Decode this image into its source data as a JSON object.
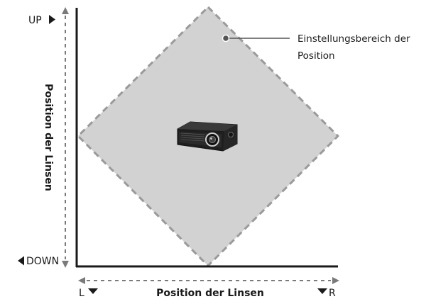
{
  "labels": {
    "up": "UP",
    "down": "DOWN",
    "left": "L",
    "right": "R",
    "vertical_axis": "Position der Linsen",
    "horizontal_axis": "Position der Linsen",
    "callout_line1": "Einstellungsbereich der",
    "callout_line2": "Position"
  },
  "icons": {
    "projector": "projector-icon"
  },
  "colors": {
    "region_fill": "#d2d2d2",
    "region_border": "#9a9a9a",
    "axis": "#1a1a1a",
    "dashed_arrow": "#7a7a7a"
  }
}
